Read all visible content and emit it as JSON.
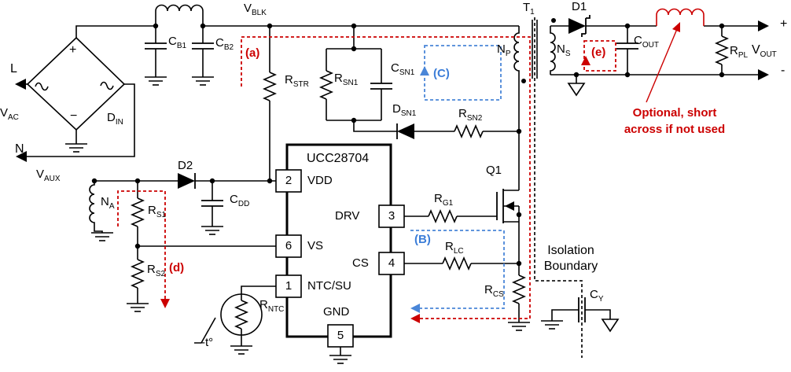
{
  "diagram_type": "flyback-converter-schematic",
  "colors": {
    "wire": "#000000",
    "annotation_red": "#CC0000",
    "annotation_blue": "#4A86D8"
  },
  "labels": {
    "vblk": {
      "main": "V",
      "sub": "BLK"
    },
    "l": {
      "main": "L"
    },
    "vac": {
      "main": "V",
      "sub": "AC"
    },
    "n": {
      "main": "N"
    },
    "din": {
      "main": "D",
      "sub": "IN"
    },
    "cb1": {
      "main": "C",
      "sub": "B1"
    },
    "cb2": {
      "main": "C",
      "sub": "B2"
    },
    "rstr": {
      "main": "R",
      "sub": "STR"
    },
    "rsn1": {
      "main": "R",
      "sub": "SN1"
    },
    "csn1": {
      "main": "C",
      "sub": "SN1"
    },
    "dsn1": {
      "main": "D",
      "sub": "SN1"
    },
    "rsn2": {
      "main": "R",
      "sub": "SN2"
    },
    "t1": {
      "main": "T",
      "sub": "1"
    },
    "np": {
      "main": "N",
      "sub": "P"
    },
    "ns": {
      "main": "N",
      "sub": "S"
    },
    "d1": {
      "main": "D1"
    },
    "cout": {
      "main": "C",
      "sub": "OUT"
    },
    "rpl": {
      "main": "R",
      "sub": "PL"
    },
    "vout": {
      "main": "V",
      "sub": "OUT"
    },
    "vaux": {
      "main": "V",
      "sub": "AUX"
    },
    "d2": {
      "main": "D2"
    },
    "cdd": {
      "main": "C",
      "sub": "DD"
    },
    "na": {
      "main": "N",
      "sub": "A"
    },
    "rs1": {
      "main": "R",
      "sub": "S1"
    },
    "rs2": {
      "main": "R",
      "sub": "S2"
    },
    "rntc": {
      "main": "R",
      "sub": "NTC"
    },
    "ntc_temp": {
      "main": "-t°"
    },
    "q1": {
      "main": "Q1"
    },
    "rg1": {
      "main": "R",
      "sub": "G1"
    },
    "rlc": {
      "main": "R",
      "sub": "LC"
    },
    "rcs": {
      "main": "R",
      "sub": "CS"
    },
    "cy": {
      "main": "C",
      "sub": "Y"
    }
  },
  "bridge": {
    "plus": "+",
    "minus": "−"
  },
  "output": {
    "plus": "+",
    "minus": "-"
  },
  "ic": {
    "part_number": "UCC28704",
    "pins": [
      {
        "number": "2",
        "name": "VDD"
      },
      {
        "number": "6",
        "name": "VS"
      },
      {
        "number": "1",
        "name": "NTC/SU"
      },
      {
        "number": "3",
        "name": "DRV"
      },
      {
        "number": "4",
        "name": "CS"
      },
      {
        "number": "5",
        "name": "GND"
      }
    ]
  },
  "annotations": {
    "a": "(a)",
    "b": "(B)",
    "c": "(C)",
    "d": "(d)",
    "e": "(e)"
  },
  "notes": {
    "optional_line1": "Optional, short",
    "optional_line2": "across if not used",
    "isolation_line1": "Isolation",
    "isolation_line2": "Boundary"
  }
}
